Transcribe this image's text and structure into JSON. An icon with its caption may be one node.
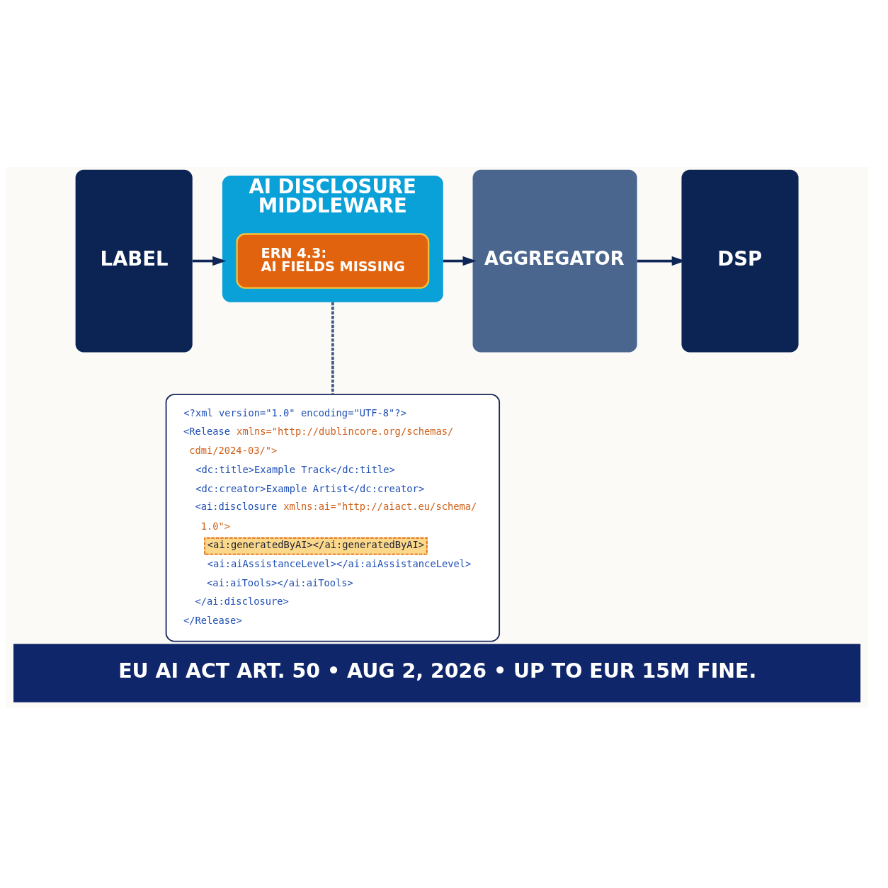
{
  "diagram": {
    "caption": "EU AI ACT ART. 50 • AUG 2, 2026 • UP TO EUR 15M FINE.",
    "nodes": [
      {
        "text": [
          "LABEL"
        ]
      },
      {
        "text": [
          "AI DISCLOSURE MIDDLEWARE"
        ]
      },
      {
        "text": [
          "ERN 4.3:",
          "AI FIELDS MISSING"
        ],
        "in": 1
      },
      {
        "text": [
          "AGGREGATOR"
        ]
      },
      {
        "text": [
          "DSP"
        ]
      },
      {
        "text": [
          "<?xml version=\"1.0\" encoding=\"UTF-8\"?>",
          "<Release xmlns=\"http://dublincore.org/schemas/ cdmi/2024-03/\">",
          "<dc:title>Example Track</dc:title>",
          "<dc:creator>Example Artist</dc:creator>",
          "<ai:disclosure xmlns:ai=\"http://aiact.eu/schema/ 1.0\">",
          "<ai:generatedByAI></ai:generatedByAI>",
          "<ai:aiAssistanceLevel></ai:aiAssistanceLevel>",
          "<ai:aiTools></ai:aiTools>",
          "</ai:disclosure>",
          "</Release>"
        ]
      }
    ],
    "edges": [
      {
        "from": 0,
        "to": 1,
        "arrow": "to"
      },
      {
        "from": 1,
        "to": 3,
        "arrow": "to"
      },
      {
        "from": 3,
        "to": 4,
        "arrow": "to"
      },
      {
        "from": 1,
        "to": 5,
        "arrow": "none",
        "style": "dashed",
        "color": "#3d5a85"
      }
    ]
  }
}
